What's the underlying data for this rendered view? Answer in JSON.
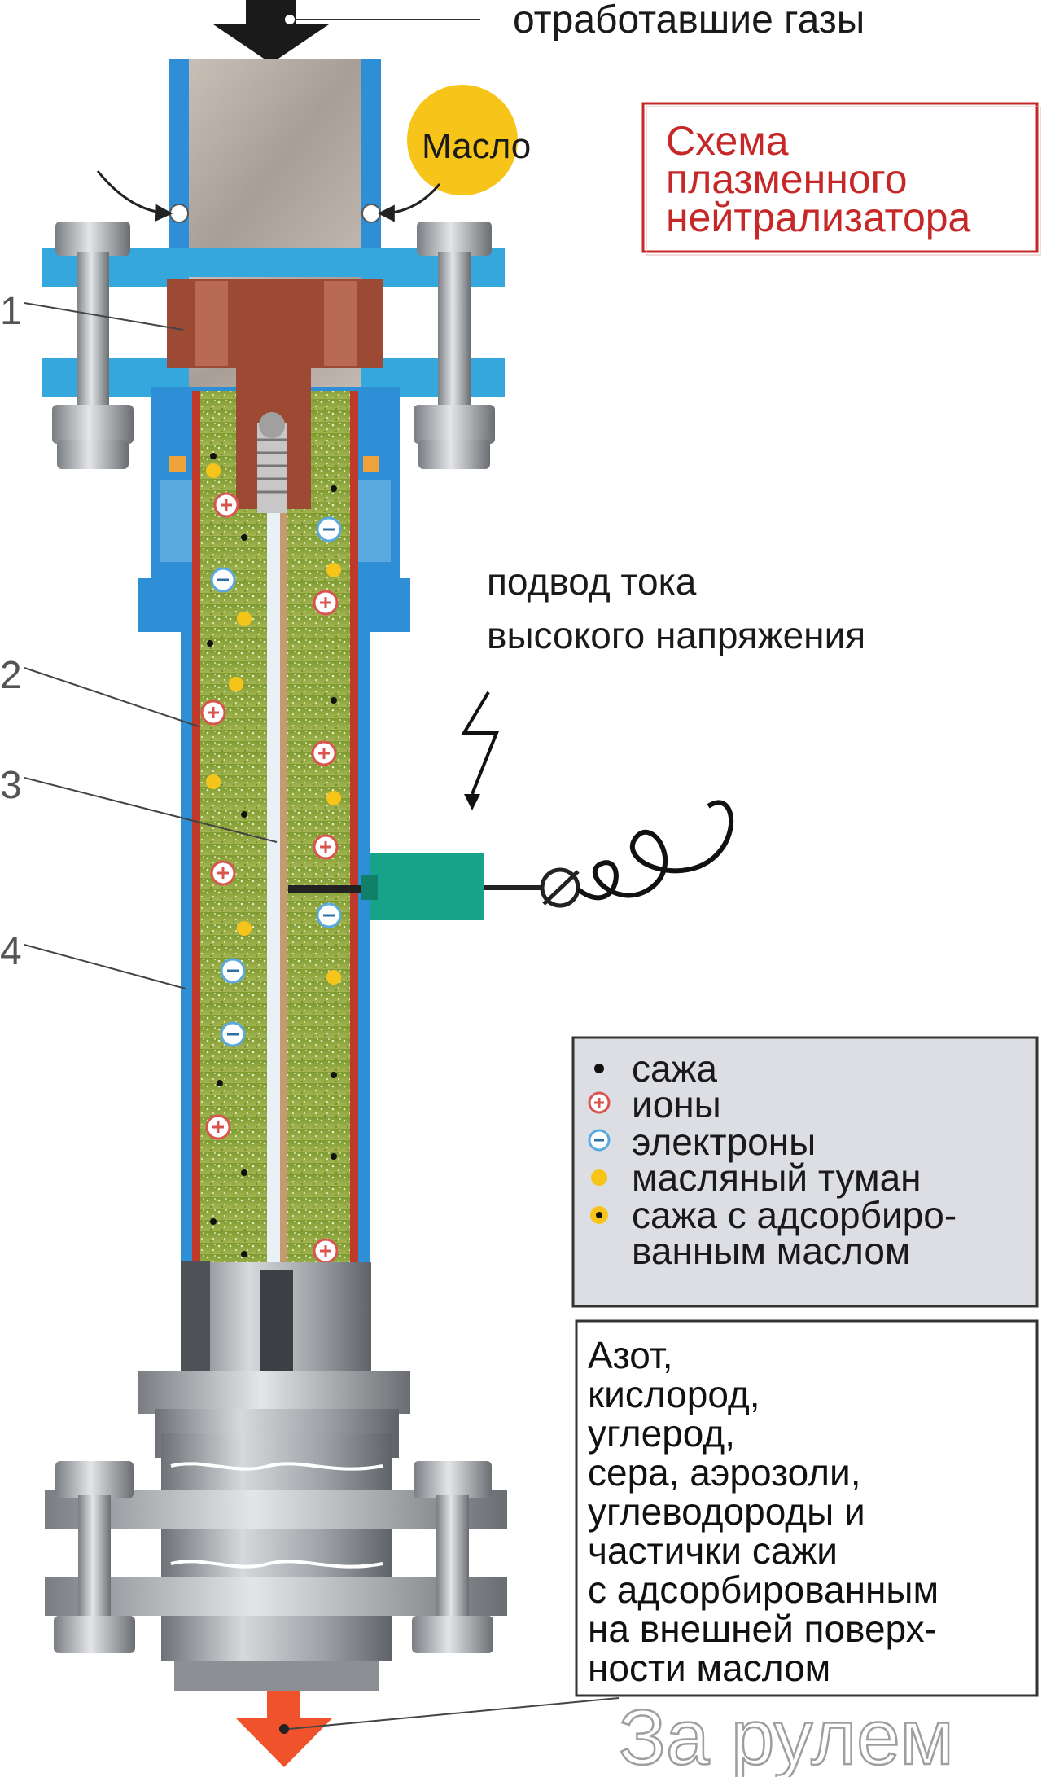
{
  "labels": {
    "exhaust_gases": "отработавшие газы",
    "oil": "Масло",
    "hv_supply_line1": "подвод тока",
    "hv_supply_line2": "высокого напряжения"
  },
  "title": {
    "line1": "Схема",
    "line2": "плазменного",
    "line3": "нейтрализатора"
  },
  "parts": [
    "1",
    "2",
    "3",
    "4"
  ],
  "legend": {
    "items": [
      {
        "label": "сажа",
        "icon": "soot-dot-icon"
      },
      {
        "label": "ионы",
        "icon": "ion-plus-icon"
      },
      {
        "label": "электроны",
        "icon": "electron-minus-icon"
      },
      {
        "label": "масляный туман",
        "icon": "oil-mist-icon"
      },
      {
        "label": "сажа с адсорбиро-",
        "icon": "oily-soot-icon"
      }
    ],
    "continuation": "ванным маслом"
  },
  "output": {
    "lines": [
      "Азот,",
      "кислород,",
      "углерод,",
      "сера, аэрозоли,",
      "углеводороды и",
      "частички сажи",
      "с адсорбированным",
      "на внешней поверх-",
      "ности маслом"
    ]
  },
  "watermark": "За рулем",
  "colors": {
    "housing": "#2f8fd6",
    "flange": "#34a7dc",
    "electrode": "#9c4a34",
    "filler": "#8aa63a",
    "gas": "#b8aea6",
    "metal": "#9ea2a6",
    "title_red": "#c62828",
    "output_arrow": "#f0522c",
    "connector": "#17a38a"
  }
}
